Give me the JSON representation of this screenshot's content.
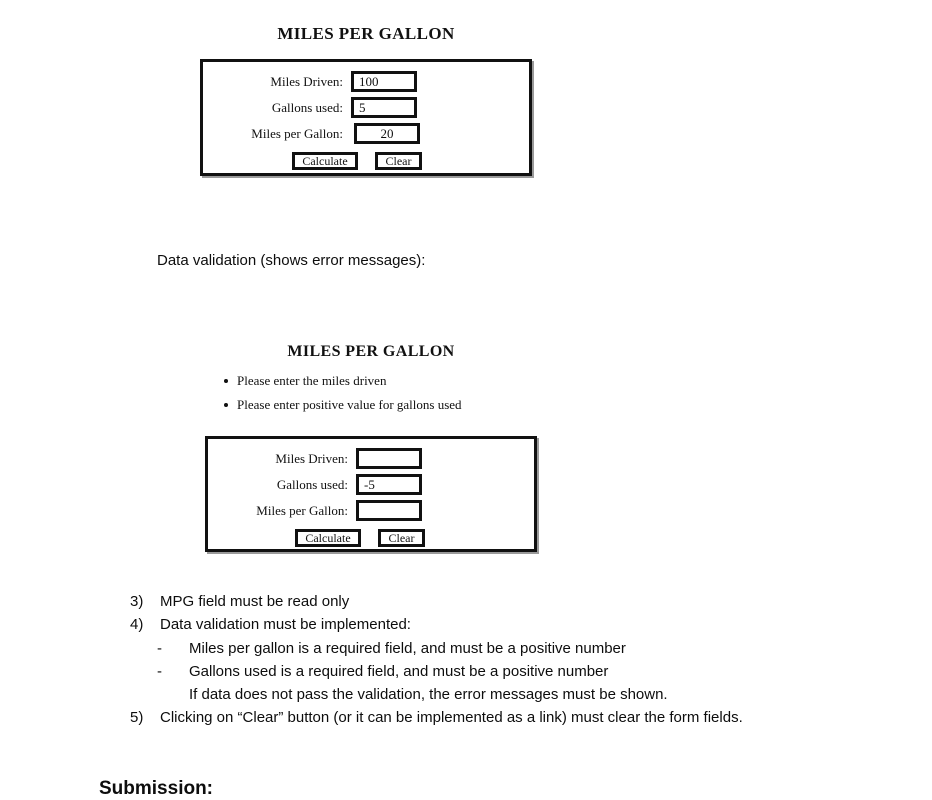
{
  "document": {
    "section_label": "Data validation (shows error messages):",
    "bottom_heading": "Submission:"
  },
  "form_success": {
    "title": "MILES PER GALLON",
    "fields": [
      {
        "label": "Miles Driven:",
        "value": "100",
        "placeholder": ""
      },
      {
        "label": "Gallons used:",
        "value": "5",
        "placeholder": ""
      },
      {
        "label": "Miles per Gallon:",
        "value": "20",
        "placeholder": ""
      }
    ],
    "buttons": {
      "calculate": "Calculate",
      "clear": "Clear"
    }
  },
  "form_validation": {
    "title": "MILES PER GALLON",
    "errors": [
      "Please enter the miles driven",
      "Please enter positive value for gallons used"
    ],
    "fields": [
      {
        "label": "Miles Driven:",
        "value": "",
        "placeholder": ""
      },
      {
        "label": "Gallons used:",
        "value": "-5",
        "placeholder": ""
      },
      {
        "label": "Miles per Gallon:",
        "value": "",
        "placeholder": ""
      }
    ],
    "buttons": {
      "calculate": "Calculate",
      "clear": "Clear"
    }
  },
  "requirements": [
    {
      "marker": "3)",
      "text": "MPG field must be read only",
      "subitems": []
    },
    {
      "marker": "4)",
      "text": "Data validation must be implemented:",
      "subitems": [
        {
          "dash": "-",
          "text": "Miles per gallon is a required field, and must be a positive number"
        },
        {
          "dash": "-",
          "text": "Gallons used is a required field, and must be a positive number"
        },
        {
          "dash": "",
          "text": "If data does not pass the validation, the error messages must be shown."
        }
      ]
    },
    {
      "marker": "5)",
      "text": "Clicking on “Clear” button (or it can be implemented as a link) must clear the form fields.",
      "subitems": []
    }
  ],
  "colors": {
    "text": "#0d0d0d",
    "border": "#111111",
    "background": "#ffffff",
    "shadow": "#9a9a9a"
  }
}
